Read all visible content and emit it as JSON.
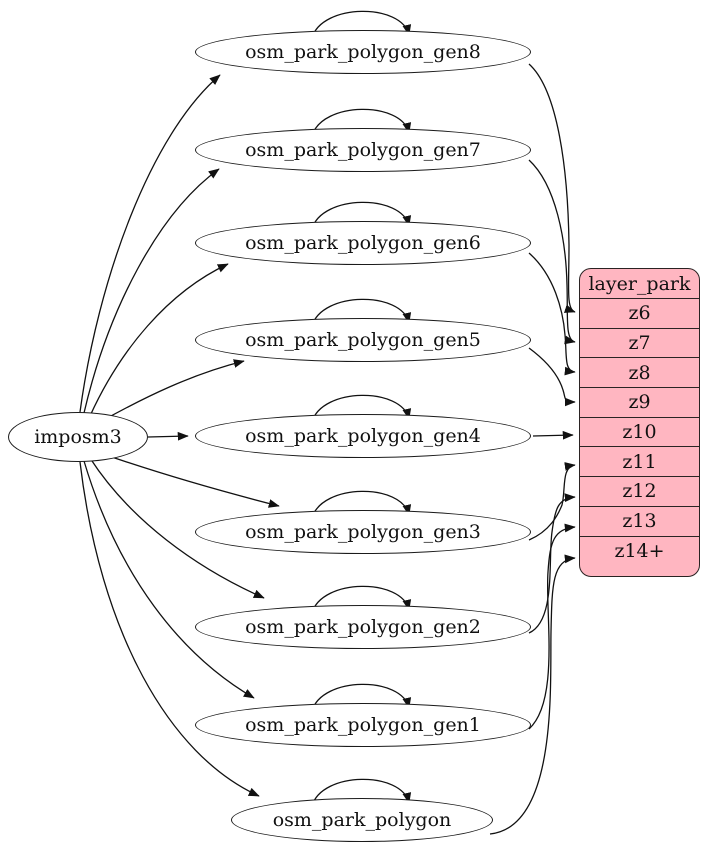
{
  "diagram": {
    "type": "graphviz-digraph",
    "background_color": "#ffffff",
    "source_node": {
      "label": "imposm3"
    },
    "tables": [
      {
        "label": "osm_park_polygon_gen8",
        "zoom_row": "z6"
      },
      {
        "label": "osm_park_polygon_gen7",
        "zoom_row": "z7"
      },
      {
        "label": "osm_park_polygon_gen6",
        "zoom_row": "z8"
      },
      {
        "label": "osm_park_polygon_gen5",
        "zoom_row": "z9"
      },
      {
        "label": "osm_park_polygon_gen4",
        "zoom_row": "z10"
      },
      {
        "label": "osm_park_polygon_gen3",
        "zoom_row": "z11"
      },
      {
        "label": "osm_park_polygon_gen2",
        "zoom_row": "z12"
      },
      {
        "label": "osm_park_polygon_gen1",
        "zoom_row": "z13"
      },
      {
        "label": "osm_park_polygon",
        "zoom_row": "z14+"
      }
    ],
    "layer_table": {
      "title": "layer_park",
      "rows": [
        "z6",
        "z7",
        "z8",
        "z9",
        "z10",
        "z11",
        "z12",
        "z13",
        "z14+"
      ],
      "fill_color": "#ffb6c1",
      "border_color": "#2a2323"
    },
    "edges": [
      {
        "from": "imposm3",
        "to": "osm_park_polygon_gen8"
      },
      {
        "from": "imposm3",
        "to": "osm_park_polygon_gen7"
      },
      {
        "from": "imposm3",
        "to": "osm_park_polygon_gen6"
      },
      {
        "from": "imposm3",
        "to": "osm_park_polygon_gen5"
      },
      {
        "from": "imposm3",
        "to": "osm_park_polygon_gen4"
      },
      {
        "from": "imposm3",
        "to": "osm_park_polygon_gen3"
      },
      {
        "from": "imposm3",
        "to": "osm_park_polygon_gen2"
      },
      {
        "from": "imposm3",
        "to": "osm_park_polygon_gen1"
      },
      {
        "from": "imposm3",
        "to": "osm_park_polygon"
      },
      {
        "from": "osm_park_polygon_gen8",
        "to": "osm_park_polygon_gen8"
      },
      {
        "from": "osm_park_polygon_gen7",
        "to": "osm_park_polygon_gen7"
      },
      {
        "from": "osm_park_polygon_gen6",
        "to": "osm_park_polygon_gen6"
      },
      {
        "from": "osm_park_polygon_gen5",
        "to": "osm_park_polygon_gen5"
      },
      {
        "from": "osm_park_polygon_gen4",
        "to": "osm_park_polygon_gen4"
      },
      {
        "from": "osm_park_polygon_gen3",
        "to": "osm_park_polygon_gen3"
      },
      {
        "from": "osm_park_polygon_gen2",
        "to": "osm_park_polygon_gen2"
      },
      {
        "from": "osm_park_polygon_gen1",
        "to": "osm_park_polygon_gen1"
      },
      {
        "from": "osm_park_polygon",
        "to": "osm_park_polygon"
      },
      {
        "from": "osm_park_polygon_gen8",
        "to": "layer_park:z6"
      },
      {
        "from": "osm_park_polygon_gen7",
        "to": "layer_park:z7"
      },
      {
        "from": "osm_park_polygon_gen6",
        "to": "layer_park:z8"
      },
      {
        "from": "osm_park_polygon_gen5",
        "to": "layer_park:z9"
      },
      {
        "from": "osm_park_polygon_gen4",
        "to": "layer_park:z10"
      },
      {
        "from": "osm_park_polygon_gen3",
        "to": "layer_park:z11"
      },
      {
        "from": "osm_park_polygon_gen2",
        "to": "layer_park:z12"
      },
      {
        "from": "osm_park_polygon_gen1",
        "to": "layer_park:z13"
      },
      {
        "from": "osm_park_polygon",
        "to": "layer_park:z14+"
      }
    ]
  }
}
